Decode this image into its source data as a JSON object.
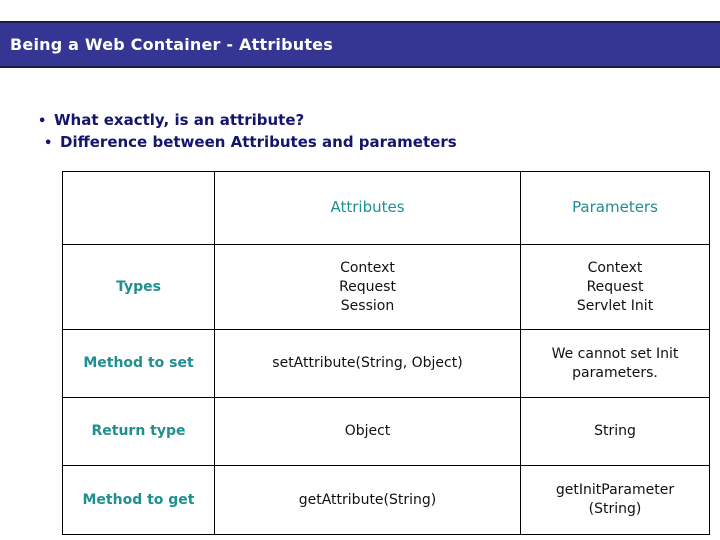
{
  "slide": {
    "title": "Being a Web Container - Attributes",
    "banner_color": "#353693",
    "banner_text_color": "#ffffff",
    "bullet_text_color": "#15156e",
    "accent_teal": "#1f8f8f",
    "bullet_marker": "•"
  },
  "bullets": [
    {
      "marker": "•",
      "text": "What exactly, is an attribute?"
    },
    {
      "marker": "•",
      "text": "Difference between Attributes and parameters"
    }
  ],
  "table": {
    "headers": {
      "corner": "",
      "attributes": "Attributes",
      "parameters": "Parameters"
    },
    "rows": [
      {
        "label": "Types",
        "attributes": "Context\nRequest\nSession",
        "parameters": "Context\nRequest\nServlet Init"
      },
      {
        "label": "Method to set",
        "attributes": "setAttribute(String, Object)",
        "parameters": "We cannot set Init parameters."
      },
      {
        "label": "Return type",
        "attributes": "Object",
        "parameters": "String"
      },
      {
        "label": "Method to get",
        "attributes": "getAttribute(String)",
        "parameters": "getInitParameter\n(String)"
      }
    ]
  }
}
